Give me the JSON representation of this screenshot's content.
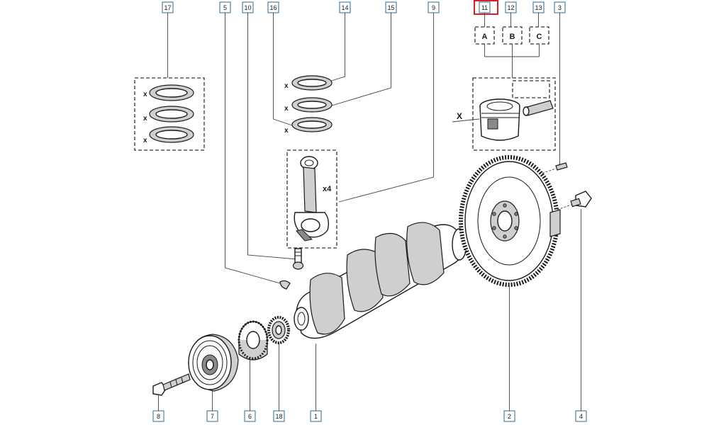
{
  "callouts": {
    "c17": "17",
    "c5": "5",
    "c10": "10",
    "c16": "16",
    "c14": "14",
    "c15": "15",
    "c9": "9",
    "c11": "11",
    "c12": "12",
    "c13": "13",
    "c3": "3",
    "cA": "A",
    "cB": "B",
    "cC": "C",
    "c8": "8",
    "c7": "7",
    "c6": "6",
    "c18": "18",
    "c1": "1",
    "c2": "2",
    "c4": "4"
  },
  "selected_callout": "11",
  "labels": {
    "x_mark": "x",
    "big_x_mark": "X",
    "qty_rod": "x4"
  },
  "colors": {
    "callout_border": "#2a6a9a",
    "selected_border": "#d9202a",
    "line": "#1a1a1a"
  }
}
